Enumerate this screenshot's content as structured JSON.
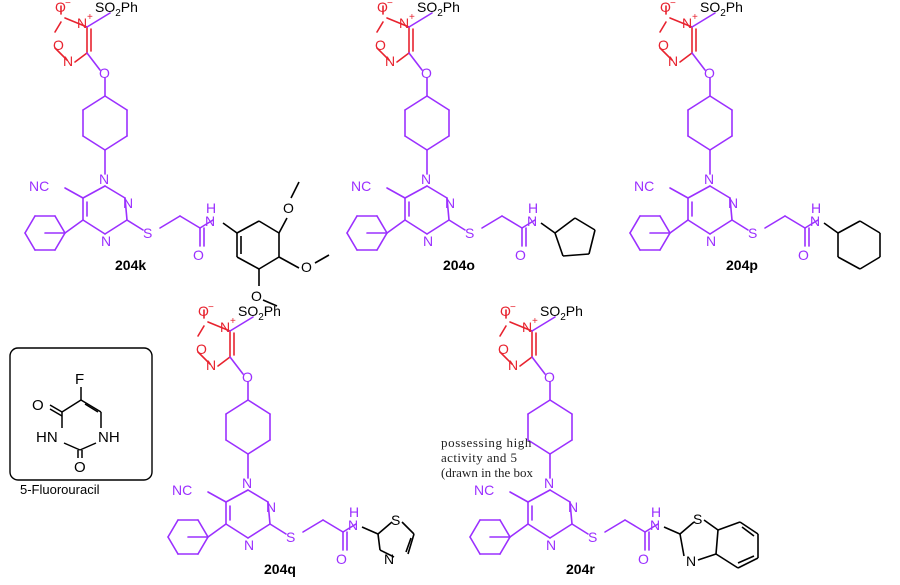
{
  "colors": {
    "furoxan": "#e8232f",
    "scaffold": "#9b30ff",
    "black": "#000000"
  },
  "labels": {
    "sulfonyl": "SO",
    "sulfonyl_sub": "2",
    "phenyl": "Ph",
    "n_plus": "N",
    "plus": "+",
    "o_minus": "O",
    "minus": "−",
    "atom_o": "O",
    "atom_n": "N",
    "atom_s": "S",
    "atom_h": "H",
    "atom_nc": "NC",
    "atom_f": "F",
    "atom_hn": "HN",
    "atom_nh": "NH"
  },
  "compounds": [
    {
      "id": "204k"
    },
    {
      "id": "204o"
    },
    {
      "id": "204p"
    },
    {
      "id": "204q"
    },
    {
      "id": "204r"
    }
  ],
  "reference_drug": "5-Fluorouracil",
  "fragment_text": [
    "possessing    high",
    "activity    and    5",
    "(drawn in the box"
  ]
}
